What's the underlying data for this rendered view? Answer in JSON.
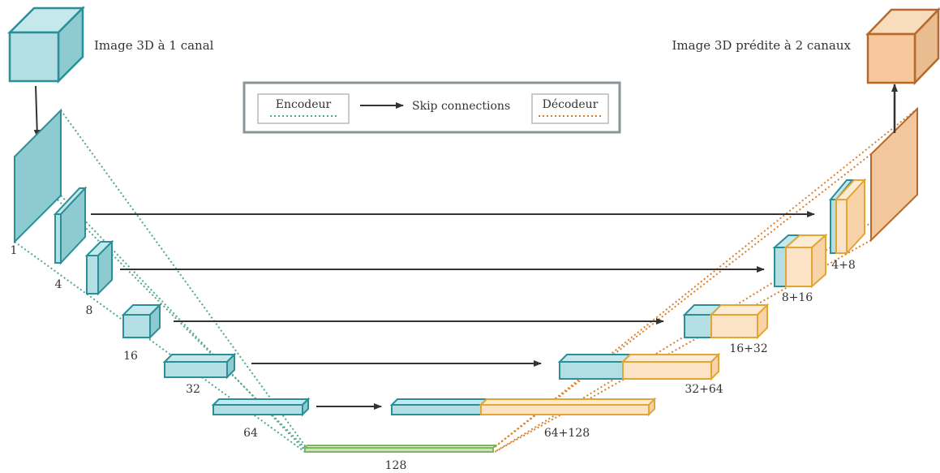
{
  "input_label": "Image 3D à 1 canal",
  "output_label": "Image 3D prédite à 2 canaux",
  "legend": {
    "encoder": "Encodeur",
    "skip": "Skip connections",
    "decoder": "Décodeur"
  },
  "encoder_levels": [
    "1",
    "4",
    "8",
    "16",
    "32",
    "64"
  ],
  "bottleneck": "128",
  "decoder_levels": [
    "64+128",
    "32+64",
    "16+32",
    "8+16",
    "4+8"
  ],
  "colors": {
    "encoder_fill": "#b3dfe4",
    "encoder_stroke": "#2a8f96",
    "decoder_fill": "#fde3c6",
    "decoder_stroke": "#e2a634",
    "bottleneck_fill": "#c9e6b8",
    "bottleneck_stroke": "#7fb565",
    "encoder_dotted": "#4fa88f",
    "decoder_dotted": "#d9802e",
    "output_fill": "#f6c89b",
    "output_stroke": "#b8692a",
    "arrow": "#333333"
  }
}
